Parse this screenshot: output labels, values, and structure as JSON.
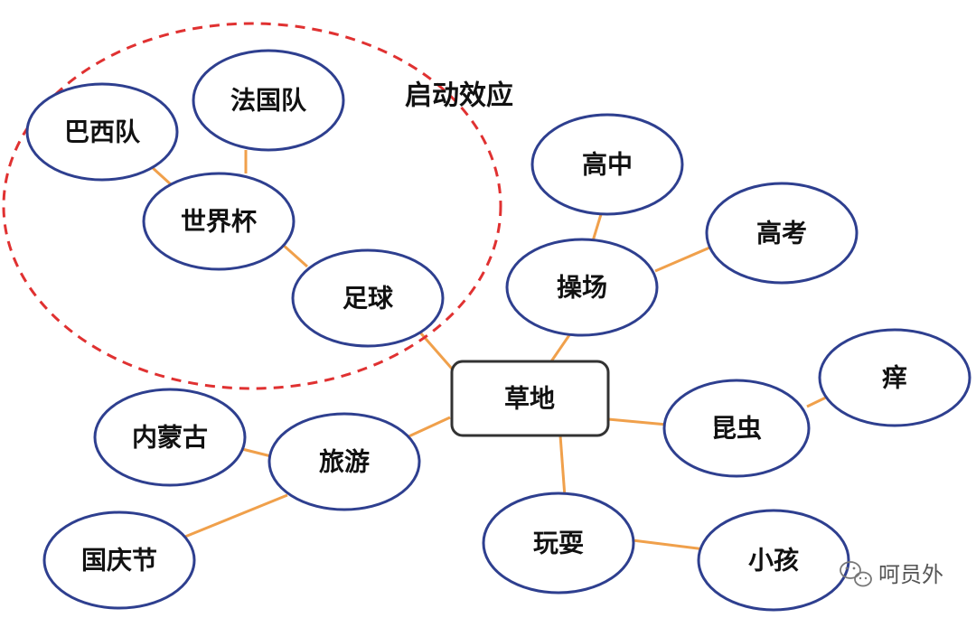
{
  "colors": {
    "node_border": "#2E3F8F",
    "edge": "#F0A04B",
    "dashed_circle": "#E03131",
    "center_border": "#333333"
  },
  "nodes": {
    "center": "草地",
    "soccer": "足球",
    "worldcup": "世界杯",
    "brazil": "巴西队",
    "france": "法国队",
    "playground": "操场",
    "highschool": "高中",
    "gaokao": "高考",
    "insect": "昆虫",
    "itch": "痒",
    "play": "玩耍",
    "child": "小孩",
    "travel": "旅游",
    "mongolia": "内蒙古",
    "nationalday": "国庆节"
  },
  "annotation": "启动效应",
  "watermark": {
    "icon": "wechat-icon",
    "text": "呵员外"
  }
}
